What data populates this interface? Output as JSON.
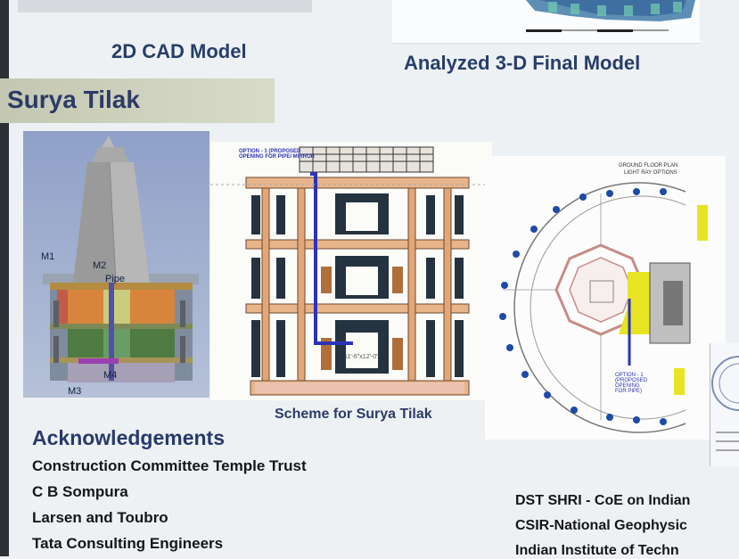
{
  "captions": {
    "cad": "2D CAD Model",
    "analyzed": "Analyzed 3-D Final Model",
    "scheme": "Scheme for Surya Tilak"
  },
  "section_title": "Surya Tilak",
  "model_labels": {
    "m1": "M1",
    "m2": "M2",
    "pipe": "Pipe",
    "m3": "M3",
    "m4": "M4"
  },
  "elevation": {
    "option_note": "OPTION - 1 (PROPOSED OPENING FOR PIPE/ MIRROR",
    "dimension": "11'-6\"x12'-0\""
  },
  "plan": {
    "title_line1": "GROUND FLOOR PLAN",
    "title_line2": "LIGHT RAY OPTIONS",
    "option_note": "OPTION - 1 (PROPOSED OPENING FOR PIPE)"
  },
  "acknowledgements": {
    "heading": "Acknowledgements",
    "items": [
      "Construction Committee Temple Trust",
      "C B Sompura",
      "Larsen and Toubro",
      "Tata Consulting Engineers"
    ]
  },
  "institutions": [
    "DST SHRI - CoE on Indian",
    "CSIR-National Geophysic",
    "Indian Institute of Techn"
  ],
  "colors": {
    "heading_blue": "#2c3b67",
    "plan_blue": "#1f4aa8",
    "plan_yellow": "#e8e423",
    "pipe_blue": "#2b33b8"
  }
}
